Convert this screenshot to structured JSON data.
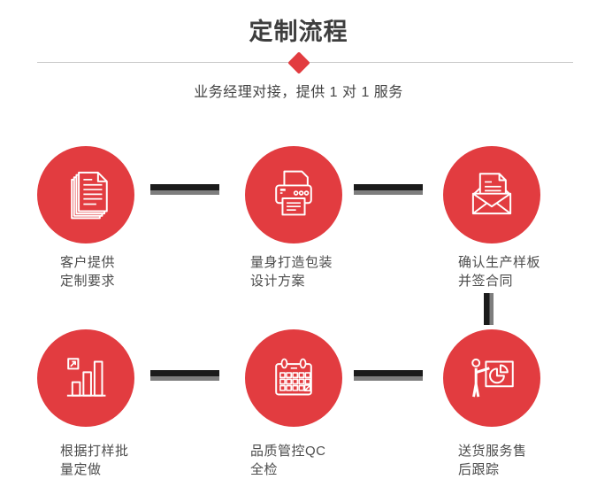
{
  "header": {
    "title": "定制流程",
    "subtitle": "业务经理对接，提供 1 对 1 服务"
  },
  "colors": {
    "accent_red": "#e23c40",
    "title_text": "#3e3e3e",
    "subtitle_text": "#434343",
    "label_text": "#4c4c4c",
    "connector_dark": "#1b1b1b",
    "connector_gray": "#7e7e7e",
    "divider": "#cbcbcb"
  },
  "decorations": {
    "diamond_icon": "red-diamond"
  },
  "steps": [
    {
      "icon": "documents-icon",
      "lines": [
        "客户提供",
        "定制要求"
      ]
    },
    {
      "icon": "printer-icon",
      "lines": [
        "量身打造包装",
        "设计方案"
      ]
    },
    {
      "icon": "envelope-letter-icon",
      "lines": [
        "确认生产样板",
        "并签合同"
      ]
    },
    {
      "icon": "bar-chart-growth-icon",
      "lines": [
        "根据打样批",
        "量定做"
      ]
    },
    {
      "icon": "calendar-icon",
      "lines": [
        "品质管控QC",
        "全检"
      ]
    },
    {
      "icon": "presentation-pie-icon",
      "lines": [
        "送货服务售",
        "后跟踪"
      ]
    }
  ]
}
